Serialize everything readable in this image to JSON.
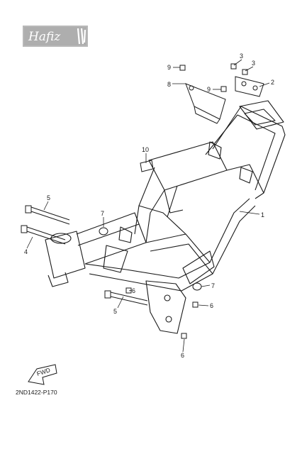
{
  "watermark": {
    "text": "Hafiz"
  },
  "callouts": [
    {
      "id": "c1",
      "label": "1"
    },
    {
      "id": "c2",
      "label": "2"
    },
    {
      "id": "c3a",
      "label": "3"
    },
    {
      "id": "c3b",
      "label": "3"
    },
    {
      "id": "c4",
      "label": "4"
    },
    {
      "id": "c5a",
      "label": "5"
    },
    {
      "id": "c5b",
      "label": "5"
    },
    {
      "id": "c6a",
      "label": "6"
    },
    {
      "id": "c6b",
      "label": "6"
    },
    {
      "id": "c6c",
      "label": "6"
    },
    {
      "id": "c7a",
      "label": "7"
    },
    {
      "id": "c7b",
      "label": "7"
    },
    {
      "id": "c8",
      "label": "8"
    },
    {
      "id": "c9a",
      "label": "9"
    },
    {
      "id": "c9b",
      "label": "9"
    },
    {
      "id": "c10",
      "label": "10"
    }
  ],
  "fwd_label": "FWD",
  "diagram_code": "2ND1422-P170"
}
